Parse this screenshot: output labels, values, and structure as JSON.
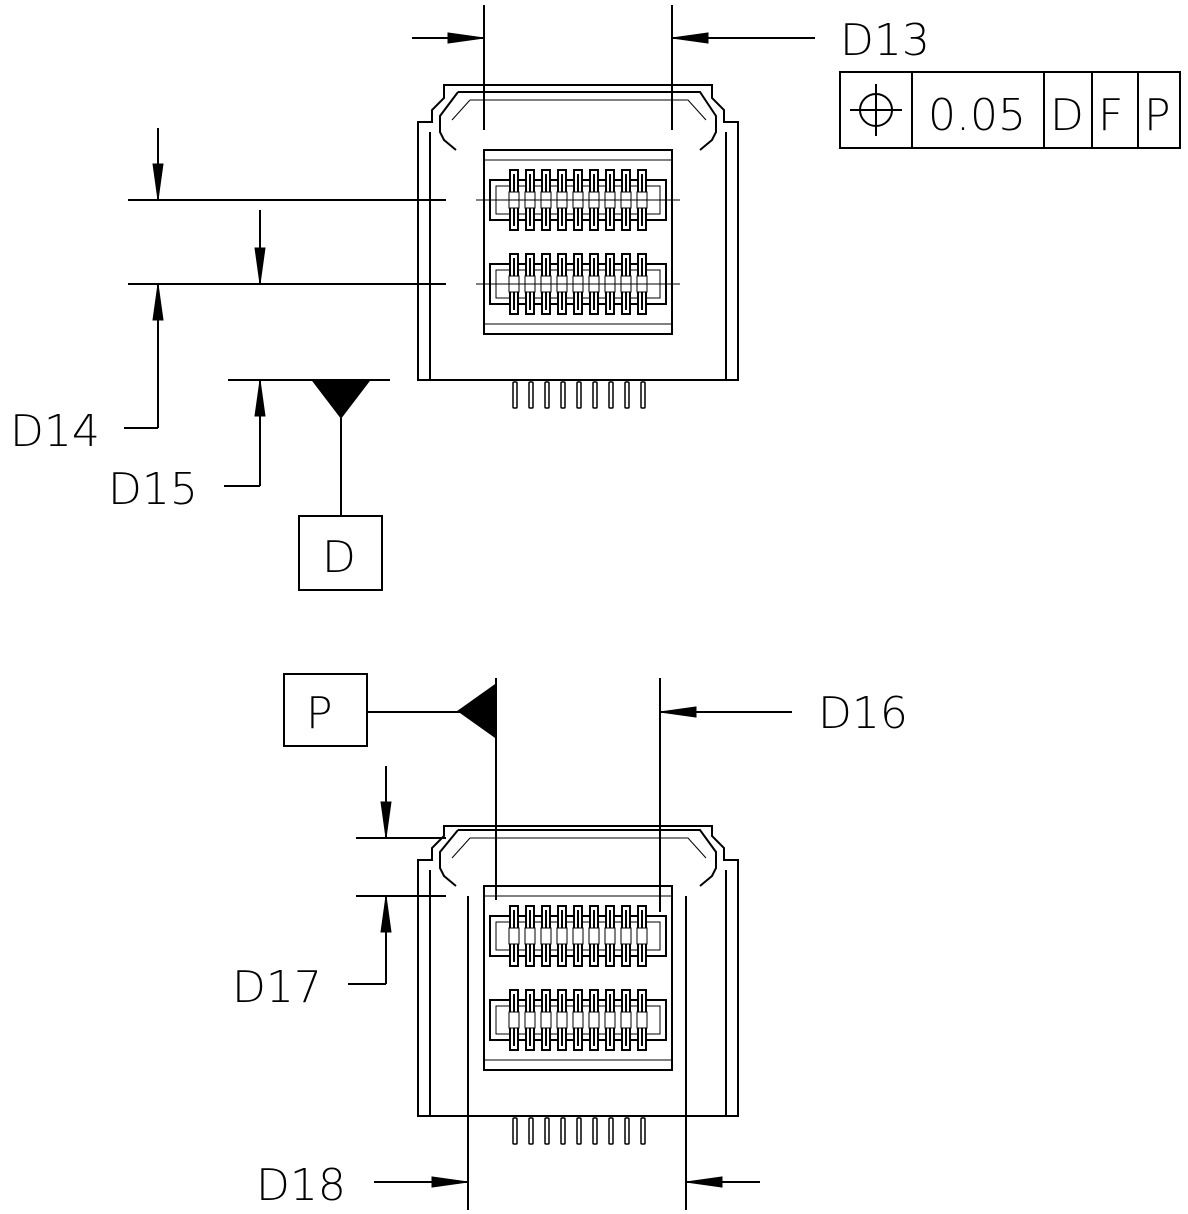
{
  "dimensions": {
    "d13": "D13",
    "d14": "D14",
    "d15": "D15",
    "d16": "D16",
    "d17": "D17",
    "d18": "D18"
  },
  "feature_control_frame": {
    "symbol": "position-icon",
    "tolerance": "0.05",
    "datum_1": "D",
    "datum_2": "F",
    "datum_3": "P"
  },
  "datums": {
    "top_datum": "D",
    "bottom_datum": "P"
  }
}
